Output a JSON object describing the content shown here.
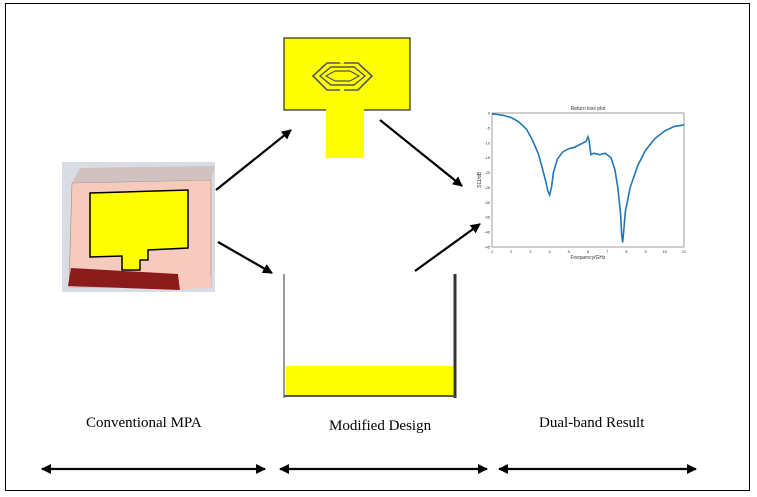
{
  "captions": {
    "conventional": "Conventional MPA",
    "modified": "Modified Design",
    "result": "Dual-band Result"
  },
  "plot": {
    "title": "Return loss plot",
    "xlabel": "Frequency/GHz",
    "ylabel": "S11/dB"
  },
  "chart_data": {
    "type": "line",
    "title": "Return loss plot",
    "xlabel": "Frequency/GHz",
    "ylabel": "S11/dB",
    "xlim": [
      1,
      11
    ],
    "ylim": [
      -45,
      0
    ],
    "xticks": [
      1,
      2,
      3,
      4,
      5,
      6,
      7,
      8,
      9,
      10,
      11
    ],
    "yticks": [
      0,
      -5,
      -10,
      -15,
      -20,
      -25,
      -30,
      -35,
      -40,
      -45
    ],
    "series": [
      {
        "x": [
          1.0,
          1.3,
          1.6,
          2.0,
          2.4,
          2.8,
          3.1,
          3.4,
          3.6,
          3.8,
          3.9,
          4.0,
          4.1,
          4.2,
          4.4,
          4.7,
          5.0,
          5.3,
          5.6,
          5.9,
          6.0,
          6.05,
          6.15,
          6.3,
          6.6,
          6.9,
          7.2,
          7.4,
          7.55,
          7.7,
          7.75,
          7.8,
          7.85,
          7.95,
          8.2,
          8.6,
          9.0,
          9.5,
          10.0,
          10.5,
          11.0
        ],
        "y": [
          -0.3,
          -0.5,
          -0.8,
          -1.5,
          -3.0,
          -5.5,
          -9.0,
          -13.5,
          -18.0,
          -23.0,
          -26.0,
          -27.5,
          -25.0,
          -20.0,
          -15.5,
          -13.0,
          -12.0,
          -11.5,
          -10.5,
          -9.5,
          -8.0,
          -9.0,
          -14.0,
          -13.5,
          -14.0,
          -13.5,
          -15.0,
          -19.0,
          -25.0,
          -34.0,
          -40.5,
          -43.5,
          -40.5,
          -33.0,
          -25.0,
          -17.5,
          -12.5,
          -8.5,
          -6.0,
          -4.5,
          -4.0
        ]
      }
    ]
  },
  "colors": {
    "patch": "#ffff00",
    "substrate": "#f6cbbd",
    "feed": "#8b1a1a",
    "curve": "#1f77b4",
    "arrow": "#000000"
  }
}
